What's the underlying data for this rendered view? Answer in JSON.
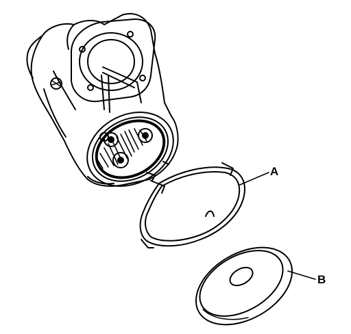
{
  "callouts": {
    "a": {
      "label": "A"
    },
    "b": {
      "label": "B"
    }
  },
  "parts": {
    "housing": "pump-housing",
    "rotor": "gear-rotor-assembly",
    "ring": "retaining-ring",
    "cover": "end-cover"
  },
  "colors": {
    "ink": "#000000",
    "paper": "#ffffff"
  }
}
